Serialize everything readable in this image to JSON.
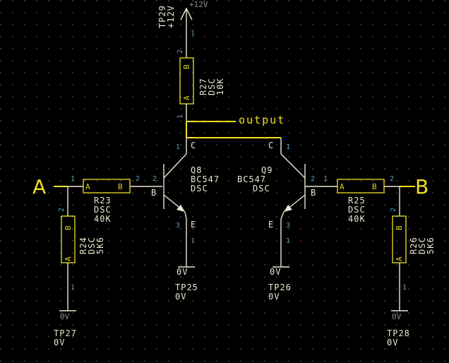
{
  "supply": {
    "ref": "TP29",
    "value": "+12V",
    "net": "+12V"
  },
  "output_label": "output",
  "input_a": "A",
  "input_b": "B",
  "resistors": {
    "r27": {
      "ref": "R27",
      "type": "DSC",
      "value": "10K"
    },
    "r23": {
      "ref": "R23",
      "type": "DSC",
      "value": "40K"
    },
    "r24": {
      "ref": "R24",
      "type": "DSC",
      "value": "5K6"
    },
    "r25": {
      "ref": "R25",
      "type": "DSC",
      "value": "40K"
    },
    "r26": {
      "ref": "R26",
      "type": "DSC",
      "value": "5K6"
    }
  },
  "transistors": {
    "q8": {
      "ref": "Q8",
      "part": "BC547",
      "type": "DSC"
    },
    "q9": {
      "ref": "Q9",
      "part": "BC547",
      "type": "DSC"
    }
  },
  "pin_letters": {
    "collector": "C",
    "base": "B",
    "emitter": "E",
    "end_a": "A",
    "end_b": "B"
  },
  "pin_numbers": {
    "one": "1",
    "two": "2",
    "three": "3"
  },
  "grounds": {
    "tp25": {
      "ref": "TP25",
      "value": "0V",
      "net": "0V"
    },
    "tp26": {
      "ref": "TP26",
      "value": "0V",
      "net": "0V"
    },
    "tp27": {
      "ref": "TP27",
      "value": "0V",
      "net": "0V"
    },
    "tp28": {
      "ref": "TP28",
      "value": "0V",
      "net": "0V"
    }
  },
  "colors": {
    "background": "#000000",
    "wire": "#e8e8d0",
    "component": "#f0e020",
    "pin_number": "#5aa0c0"
  }
}
